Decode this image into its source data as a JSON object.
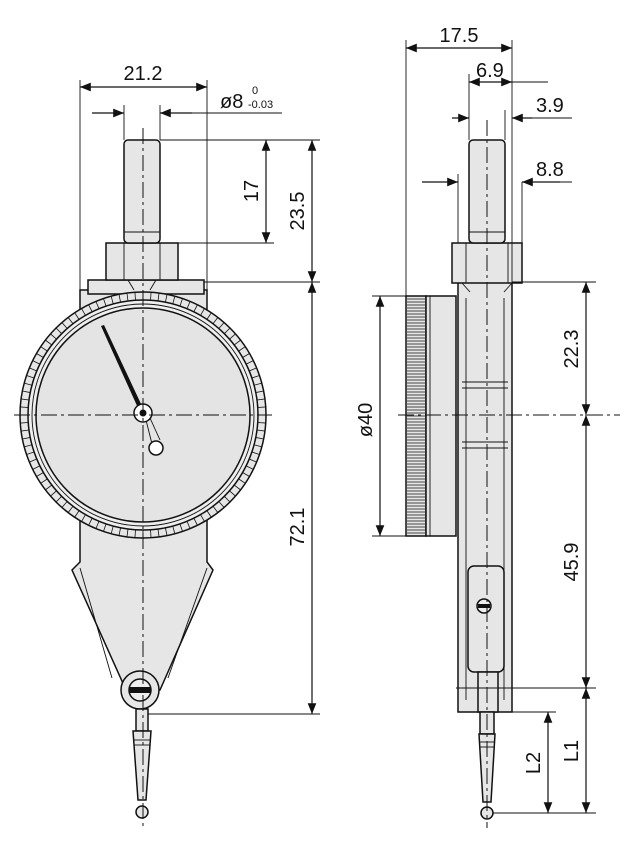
{
  "front_view": {
    "dim_width": "21.2",
    "dim_stem_dia": "ø8",
    "dim_stem_tol_upper": "0",
    "dim_stem_tol_lower": "-0.03",
    "dim_stem_length": "17",
    "dim_stem_total": "23.5",
    "dim_body_length": "72.1"
  },
  "side_view": {
    "dim_total_depth": "17.5",
    "dim_stem_offset": "6.9",
    "dim_stem_inner": "3.9",
    "dim_stem_dia": "8.8",
    "dim_bezel_dia": "ø40",
    "dim_top_to_center": "22.3",
    "dim_center_to_bottom": "45.9",
    "dim_l2": "L2",
    "dim_l1": "L1"
  },
  "colors": {
    "body_fill": "#e6e6e6",
    "line": "#111111"
  }
}
